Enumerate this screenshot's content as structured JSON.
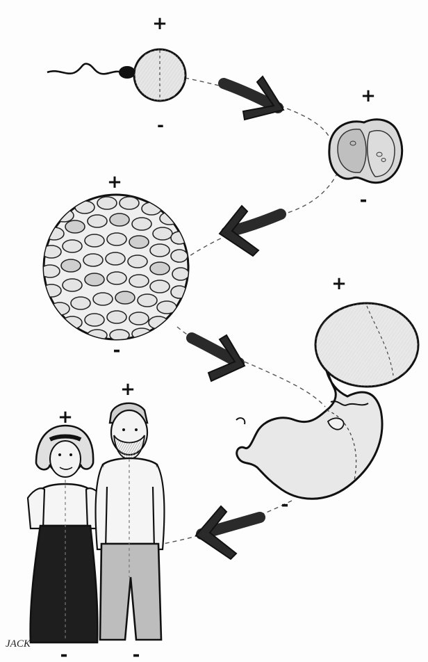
{
  "diagram": {
    "stages": [
      {
        "id": "sperm-egg",
        "plus": "+",
        "minus": "-"
      },
      {
        "id": "two-cell",
        "plus": "+",
        "minus": "-"
      },
      {
        "id": "blastula",
        "plus": "+",
        "minus": "-"
      },
      {
        "id": "fetus",
        "plus": "+",
        "minus": "-"
      },
      {
        "id": "woman",
        "plus": "+",
        "minus": "-"
      },
      {
        "id": "man",
        "plus": "+",
        "minus": "-"
      }
    ],
    "signature": "JACK",
    "colors": {
      "ink": "#111111",
      "arrow": "#2a2a2a",
      "cell_fill": "#e9e9e9",
      "cell_inner": "#c7c7c7",
      "skirt": "#1e1e1e",
      "pants": "#bdbdbd"
    }
  }
}
